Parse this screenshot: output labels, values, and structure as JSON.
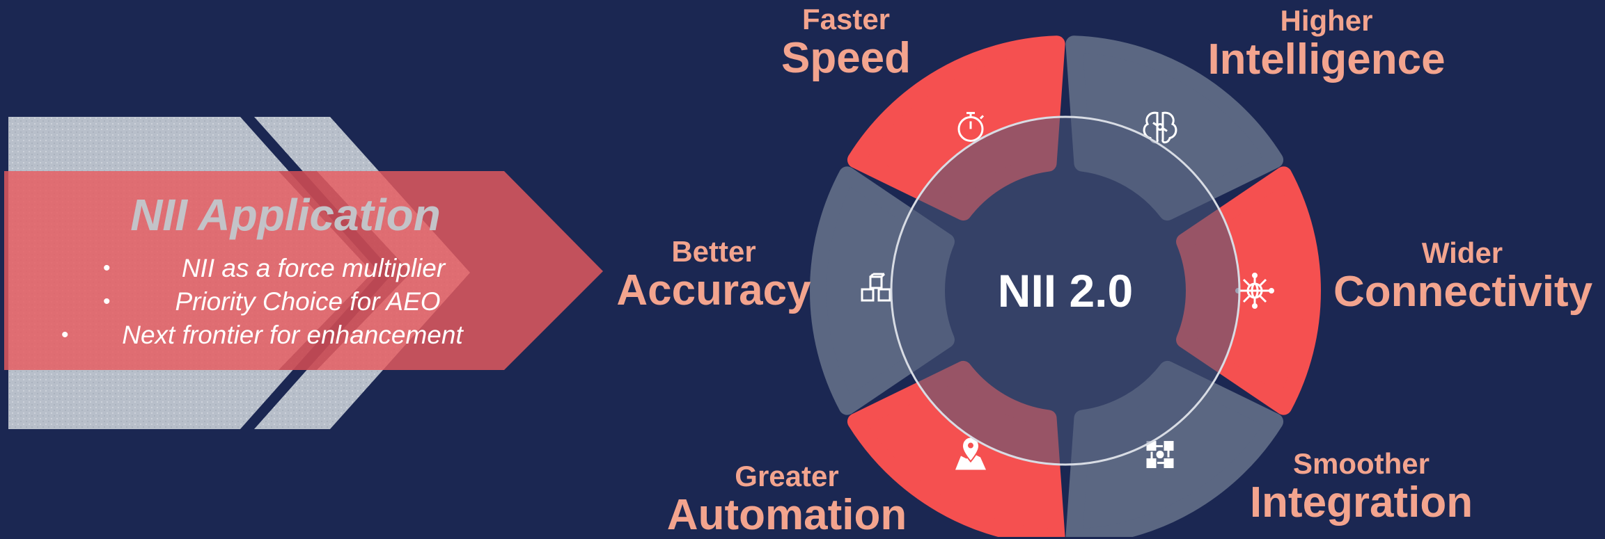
{
  "application": {
    "title": "NII Application",
    "bullets": [
      "NII as a force multiplier",
      "Priority Choice for AEO",
      "Next frontier for enhancement"
    ]
  },
  "hub": {
    "label": "NII 2.0"
  },
  "segments": [
    {
      "small": "Faster",
      "big": "Speed",
      "icon": "stopwatch-icon",
      "color": "#f55050"
    },
    {
      "small": "Higher",
      "big": "Intelligence",
      "icon": "brain-icon",
      "color": "#5b6782"
    },
    {
      "small": "Wider",
      "big": "Connectivity",
      "icon": "network-globe-icon",
      "color": "#f55050"
    },
    {
      "small": "Smoother",
      "big": "Integration",
      "icon": "integration-flow-icon",
      "color": "#5b6782"
    },
    {
      "small": "Greater",
      "big": "Automation",
      "icon": "map-pin-icon",
      "color": "#f55050"
    },
    {
      "small": "Better",
      "big": "Accuracy",
      "icon": "cubes-icon",
      "color": "#5b6782"
    }
  ],
  "colors": {
    "background": "#1b2752",
    "accent": "#f55050",
    "muted": "#5b6782",
    "label": "#f3a48e"
  }
}
